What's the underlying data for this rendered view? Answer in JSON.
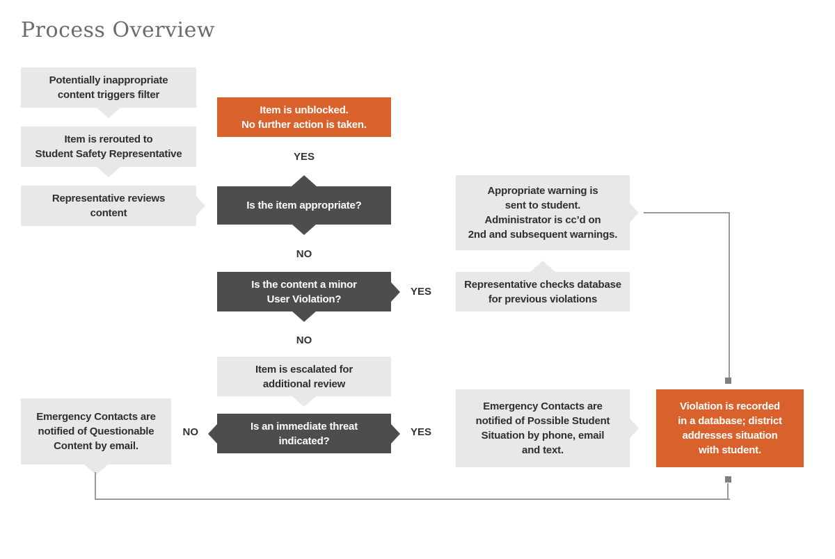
{
  "title": "Process Overview",
  "colors": {
    "light_box_bg": "#e8e8e8",
    "dark_box_bg": "#4d4d4d",
    "accent_orange": "#d9612c",
    "light_box_text": "#2f2f2f",
    "dark_box_text": "#ffffff",
    "connector_line": "#999999",
    "connector_endpoint": "#7f7f7f",
    "title_text": "#6b6b6b",
    "yes_no_label": "#333333"
  },
  "nodes": {
    "trigger": "Potentially inappropriate\ncontent triggers filter",
    "reroute": "Item is rerouted to\nStudent Safety Representative",
    "review": "Representative reviews\ncontent",
    "unblocked": "Item is unblocked.\nNo further action is taken.",
    "q_appropriate": "Is the item appropriate?",
    "q_minor_violation": "Is the content a minor\nUser Violation?",
    "escalated": "Item is escalated for\nadditional review",
    "q_immediate_threat": "Is an immediate threat\nindicated?",
    "warning_sent": "Appropriate warning is\nsent to student.\nAdministrator is cc’d on\n2nd and subsequent warnings.",
    "check_database": "Representative checks database\nfor previous violations",
    "notify_phone": "Emergency Contacts are\nnotified of Possible Student\nSituation by phone, email\nand text.",
    "notify_email": "Emergency Contacts are\nnotified of Questionable\nContent by email.",
    "violation_recorded": "Violation is recorded\nin a database; district\naddresses situation\nwith student."
  },
  "labels": {
    "yes_appropriate": "YES",
    "no_appropriate": "NO",
    "yes_minor": "YES",
    "no_minor": "NO",
    "no_threat": "NO",
    "yes_threat": "YES"
  }
}
